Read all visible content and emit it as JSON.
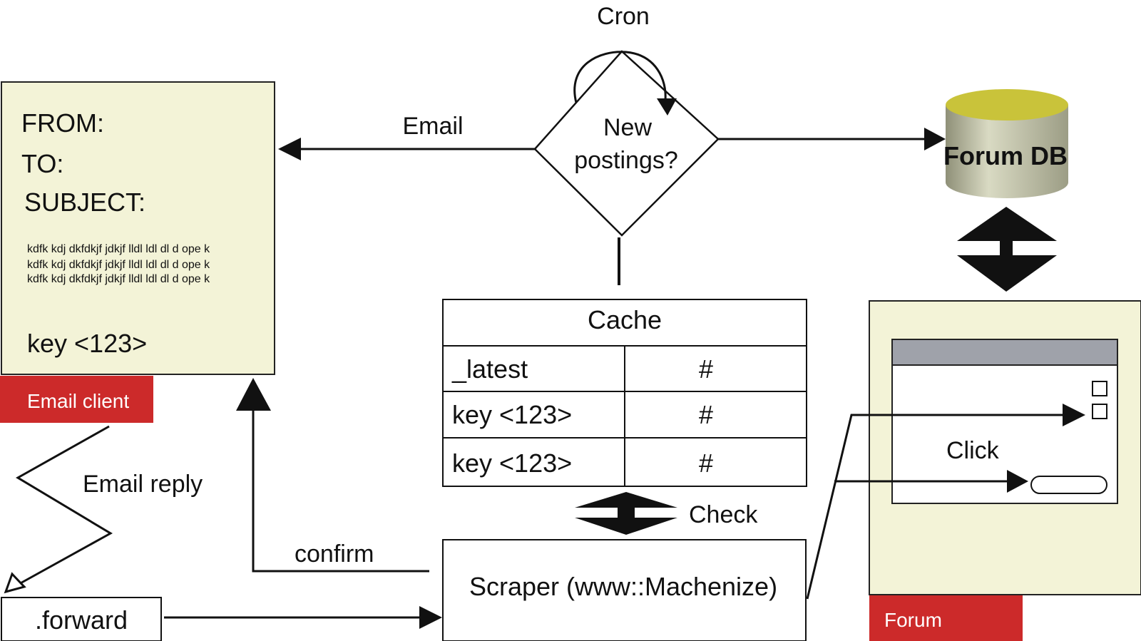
{
  "email_client": {
    "from_label": "FROM:",
    "to_label": "TO:",
    "subject_label": "SUBJECT:",
    "body_lines": [
      "kdfk kdj dkfdkjf jdkjf lldl ldl dl d ope k",
      "kdfk kdj dkfdkjf jdkjf lldl ldl dl d ope k",
      "kdfk kdj dkfdkjf jdkjf lldl ldl dl d ope k"
    ],
    "key_text": "key <123>",
    "tab_label": "Email client",
    "panel_color": "#f3f3d7",
    "tab_color": "#cc2a2a"
  },
  "cron": {
    "label": "Cron",
    "question_line1": "New",
    "question_line2": "postings?"
  },
  "edges": {
    "email": "Email",
    "email_reply": "Email reply",
    "confirm": "confirm",
    "check": "Check",
    "click": "Click"
  },
  "forum_db": {
    "label": "Forum DB",
    "top_color": "#c9c33a",
    "body_color": "#b9baa0"
  },
  "cache": {
    "title": "Cache",
    "rows": [
      {
        "key": "_latest",
        "value": "#"
      },
      {
        "key": "key <123>",
        "value": "#"
      },
      {
        "key": "key <123>",
        "value": "#"
      }
    ]
  },
  "scraper": {
    "label": "Scraper (www::Machenize)"
  },
  "forward": {
    "label": ".forward"
  },
  "forum": {
    "tab_label": "Forum",
    "panel_color": "#f3f3d7",
    "tab_color": "#cc2a2a",
    "titlebar_color": "#9fa2aa"
  }
}
